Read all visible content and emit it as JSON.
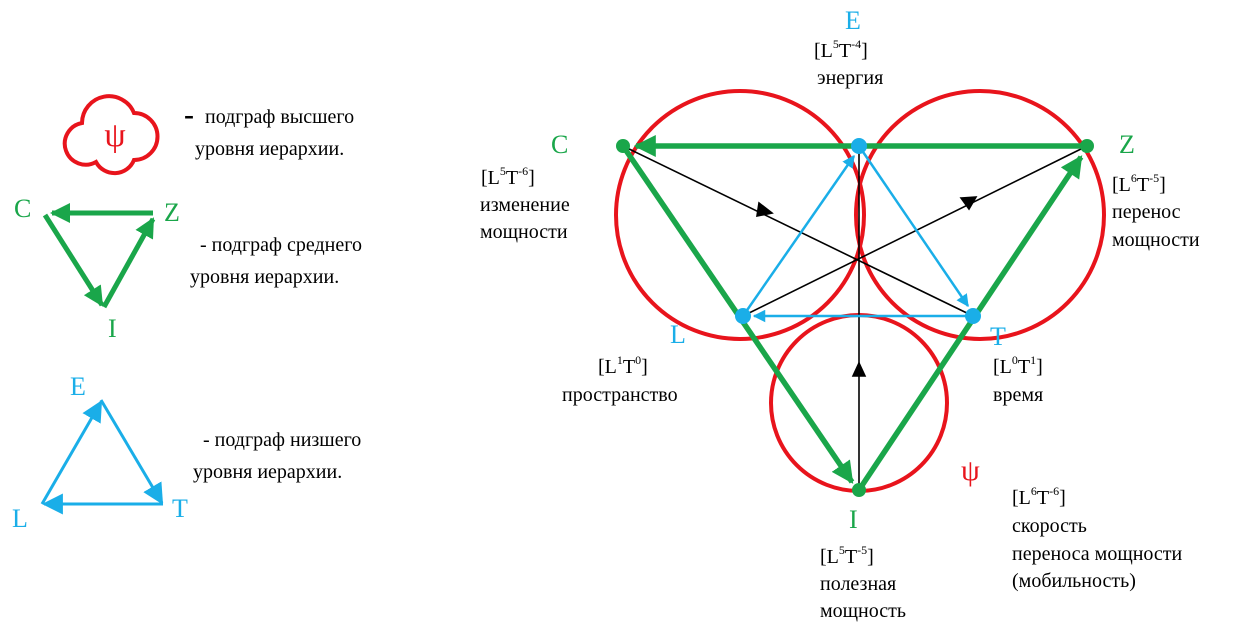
{
  "legend": {
    "high": {
      "symbol": "ψ",
      "dash": "-",
      "line1": "подграф высшего",
      "line2": "уровня иерархии."
    },
    "mid": {
      "line1": "- подграф среднего",
      "line2": "уровня иерархии.",
      "labels": {
        "C": "C",
        "Z": "Z",
        "I": "I"
      }
    },
    "low": {
      "line1": "- подграф низшего",
      "line2": "уровня иерархии.",
      "labels": {
        "E": "E",
        "L": "L",
        "T": "T"
      }
    }
  },
  "diagram": {
    "psi": "ψ",
    "vertices": {
      "E": {
        "label": "E",
        "base": "L",
        "exp1": "5",
        "mid": "T",
        "exp2": "-4",
        "name": "энергия"
      },
      "C": {
        "label": "C",
        "base": "L",
        "exp1": "5",
        "mid": "T",
        "exp2": "-6",
        "name1": "изменение",
        "name2": "мощности"
      },
      "Z": {
        "label": "Z",
        "base": "L",
        "exp1": "6",
        "mid": "T",
        "exp2": "-5",
        "name1": "перенос",
        "name2": "мощности"
      },
      "L": {
        "label": "L",
        "base": "L",
        "exp1": "1",
        "mid": "T",
        "exp2": "0",
        "name": "пространство"
      },
      "T": {
        "label": "T",
        "base": "L",
        "exp1": "0",
        "mid": "T",
        "exp2": "1",
        "name": "время"
      },
      "I": {
        "label": "I",
        "base": "L",
        "exp1": "5",
        "mid": "T",
        "exp2": "-5",
        "name1": "полезная",
        "name2": "мощность"
      }
    },
    "psi_note": {
      "base": "L",
      "exp1": "6",
      "mid": "T",
      "exp2": "-6",
      "line1": "скорость",
      "line2": "переноса мощности",
      "line3": "(мобильность)"
    }
  },
  "colors": {
    "red": "#e8141c",
    "green": "#1aa64a",
    "blue": "#1aaee8",
    "black": "#000000"
  }
}
